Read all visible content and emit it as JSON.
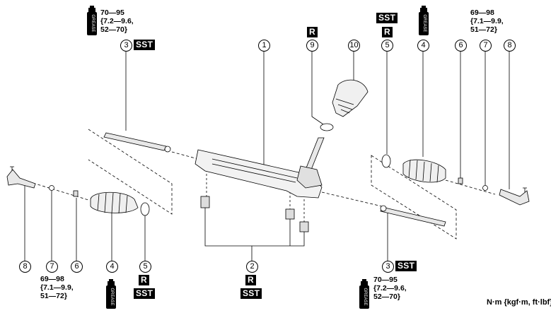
{
  "callouts": {
    "n1": "1",
    "n2": "2",
    "n3": "3",
    "n4": "4",
    "n5": "5",
    "n6": "6",
    "n7": "7",
    "n8": "8",
    "n9": "9",
    "n10": "10"
  },
  "tags": {
    "sst": "SST",
    "r": "R"
  },
  "torque_a": {
    "line1": "70—95",
    "line2": "{7.2—9.6,",
    "line3": "52—70}"
  },
  "torque_b": {
    "line1": "69—98",
    "line2": "{7.1—9.9,",
    "line3": "51—72}"
  },
  "grease_label": "GREASE",
  "unit_note": "N·m {kgf·m, ft·lbf}"
}
